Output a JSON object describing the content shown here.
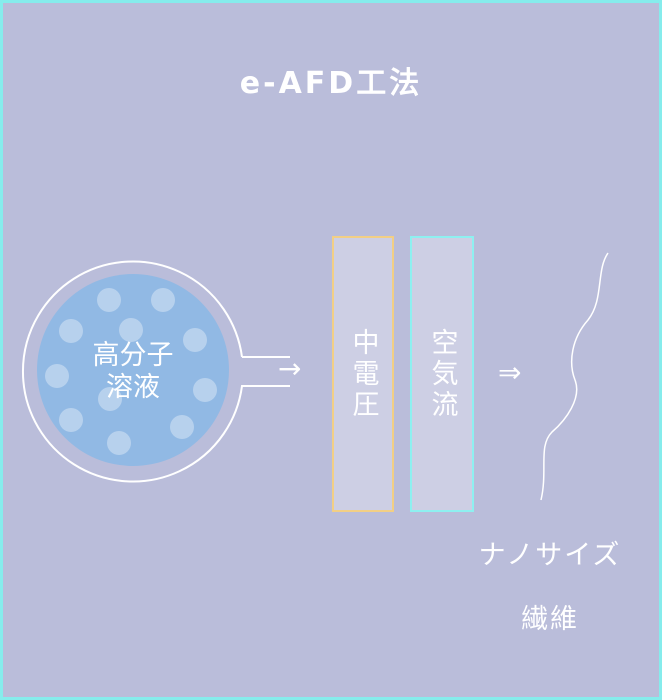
{
  "title": "e-AFD工法",
  "solution_label": "高分子\n溶液",
  "arrow_1": "→",
  "voltage_label": "中電圧",
  "air_label": "空気流",
  "arrow_2": "⇒",
  "output_label_line1": "ナノサイズ",
  "output_label_line2": "繊維",
  "colors": {
    "background": "#babdda",
    "frame_border": "#86ecec",
    "solution_fill": "#91b9e4",
    "voltage_border": "#f2cf85",
    "air_border": "#8ef0f0"
  }
}
